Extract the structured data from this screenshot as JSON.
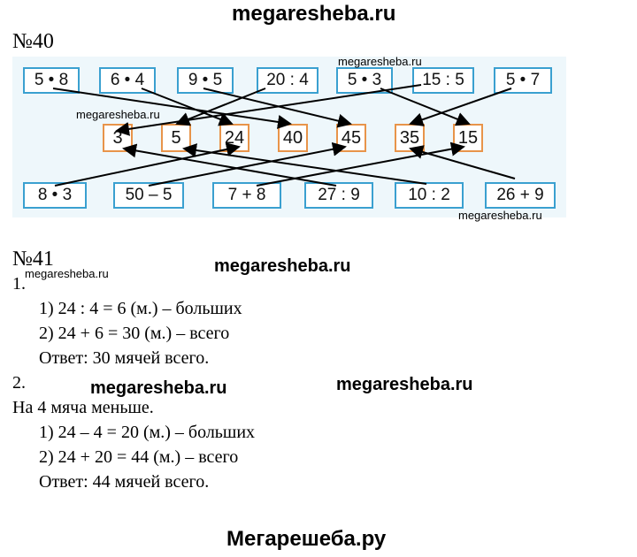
{
  "watermarks": {
    "site": "megaresheba.ru",
    "footer": "Мегарешеба.ру"
  },
  "task40": {
    "heading": "№40",
    "top_expressions": [
      "5 • 8",
      "6 • 4",
      "9 • 5",
      "20 : 4",
      "5 • 3",
      "15 : 5",
      "5 • 7"
    ],
    "answers": [
      "3",
      "5",
      "24",
      "40",
      "45",
      "35",
      "15"
    ],
    "bottom_expressions": [
      "8 • 3",
      "50 – 5",
      "7 + 8",
      "27 : 9",
      "10 : 2",
      "26 + 9"
    ],
    "colors": {
      "expression_border": "#3aa0d0",
      "answer_border": "#e8944a",
      "panel": "#eef7fb"
    }
  },
  "task41": {
    "heading": "№41",
    "part1": {
      "number": "1.",
      "step1": "1)  24 : 4 = 6 (м.) – больших",
      "step2": "2)  24 + 6 = 30 (м.) – всего",
      "answer": "Ответ: 30 мячей всего."
    },
    "part2": {
      "number": "2.",
      "condition": "На 4 мяча меньше.",
      "step1": "1)  24 – 4 = 20 (м.) – больших",
      "step2": "2)  24 + 20 = 44 (м.) – всего",
      "answer": "Ответ: 44 мячей всего."
    }
  }
}
